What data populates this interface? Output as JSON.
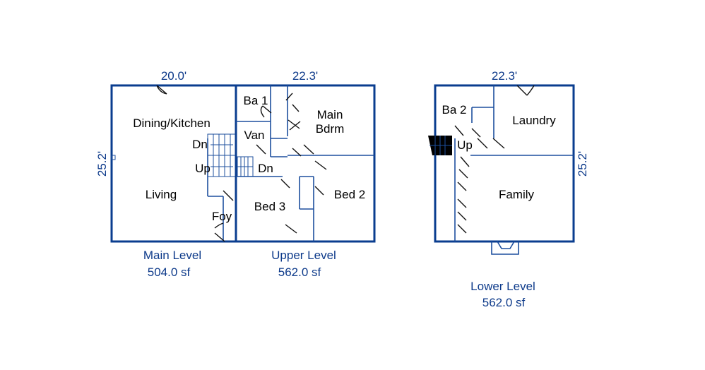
{
  "main_level": {
    "caption": "Main Level",
    "area": "504.0 sf",
    "width_dim": "20.0'",
    "depth_dim": "25.2'",
    "rooms": {
      "dining_kitchen": "Dining/Kitchen",
      "living": "Living",
      "foyer": "Foy"
    },
    "stairs": {
      "down": "Dn",
      "up": "Up"
    }
  },
  "upper_level": {
    "caption": "Upper Level",
    "area": "562.0 sf",
    "width_dim": "22.3'",
    "rooms": {
      "bath1": "Ba 1",
      "vanity": "Van",
      "main_bedroom_line1": "Main",
      "main_bedroom_line2": "Bdrm",
      "bed2": "Bed 2",
      "bed3": "Bed 3"
    },
    "stairs": {
      "down": "Dn"
    }
  },
  "lower_level": {
    "caption": "Lower Level",
    "area": "562.0 sf",
    "width_dim": "22.3'",
    "depth_dim": "25.2'",
    "rooms": {
      "bath2": "Ba 2",
      "laundry": "Laundry",
      "family": "Family"
    },
    "stairs": {
      "up": "Up"
    }
  },
  "colors": {
    "wall": "#0a3d8f",
    "text_dimension": "#0d3a8a",
    "door": "#111111"
  }
}
